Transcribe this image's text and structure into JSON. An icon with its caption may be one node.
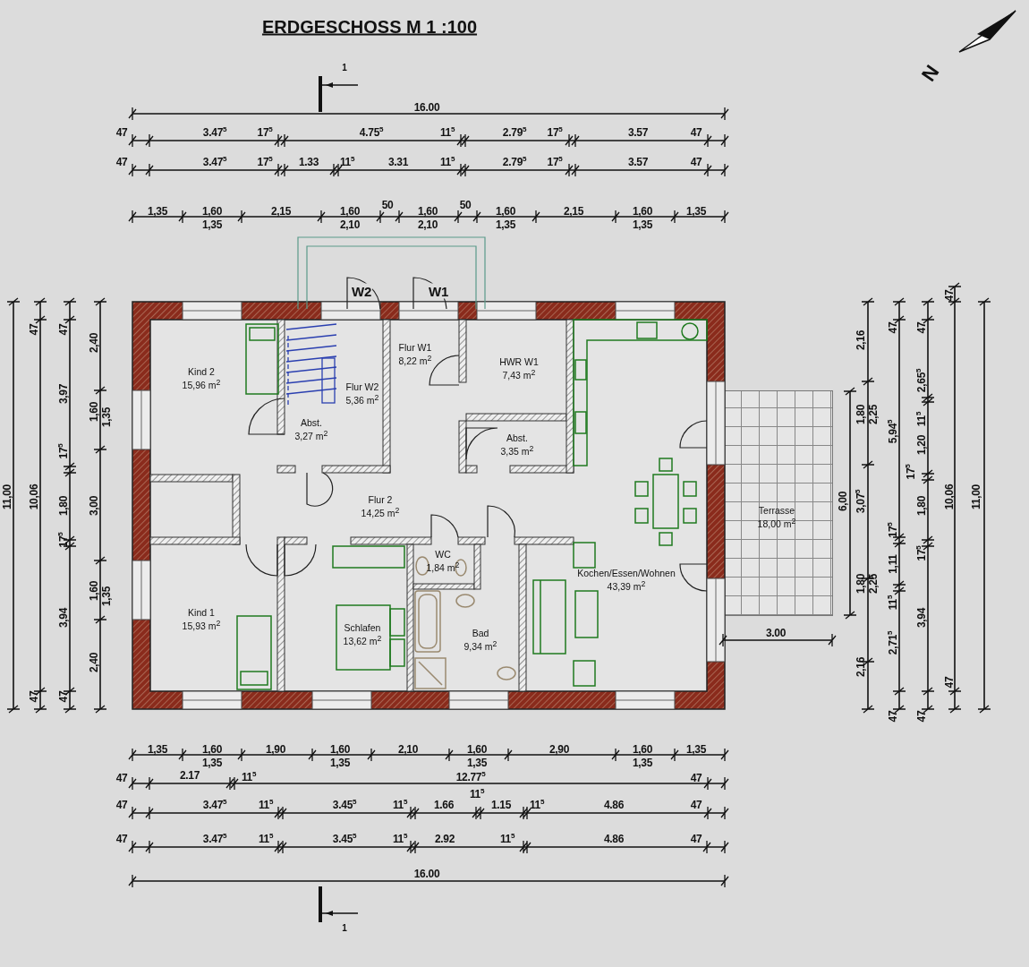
{
  "diagram": {
    "title": "ERDGESCHOSS M 1 :100",
    "nodes": [
      {
        "text": [
          "Kind 2",
          "15,96 m$^{2}$"
        ]
      },
      {
        "text": [
          "Flur W2",
          "5,36 m$^{2}$"
        ]
      },
      {
        "text": [
          "Abst.",
          "3,27 m$^{2}$"
        ]
      },
      {
        "text": [
          "Flur W1",
          "8,22 m$^{2}$"
        ]
      },
      {
        "text": [
          "HWR W1",
          "7,43 m$^{2}$"
        ]
      },
      {
        "text": [
          "Abst.",
          "3,35 m$^{2}$"
        ]
      },
      {
        "text": [
          "Flur 2",
          "14,25 m$^{2}$"
        ]
      },
      {
        "text": [
          "WC",
          "1,84 m$^{2}$"
        ]
      },
      {
        "text": [
          "Kochen/Essen/Wohnen",
          "43,39 m$^{2}$"
        ]
      },
      {
        "text": [
          "Kind 1",
          "15,93 m$^{2}$"
        ]
      },
      {
        "text": [
          "Schlafen",
          "13,62 m$^{2}$"
        ]
      },
      {
        "text": [
          "Bad",
          "9,34 m$^{2}$"
        ]
      },
      {
        "text": [
          "Terrasse",
          "18,00 m$^{2}$"
        ]
      }
    ],
    "labels": [
      "N",
      "1",
      "16.00",
      "47",
      "3.47$^{5}$",
      "17$^{5}$",
      "4.75$^{5}$",
      "11$^{5}$",
      "2.79$^{5}$",
      "17$^{5}$",
      "3.57",
      "47",
      "47",
      "3.47$^{5}$",
      "17$^{5}$",
      "1.33",
      "11$^{5}$",
      "3.31",
      "11$^{5}$",
      "2.79$^{5}$",
      "17$^{5}$",
      "3.57",
      "47",
      "1,35",
      "1,60",
      "1,35",
      "2,15",
      "1,60",
      "2,10",
      "50",
      "1,60",
      "2,10",
      "50",
      "1,60",
      "1,35",
      "2,15",
      "1,60",
      "1,35",
      "1,35",
      "W2",
      "W1",
      "11,00",
      "47",
      "10,06",
      "47",
      "47",
      "3,97",
      "17$^{5}$",
      "1,80",
      "17$^{5}$",
      "3,94",
      "47",
      "2,40",
      "1,60",
      "1,35",
      "3,00",
      "1,60",
      "1,35",
      "2,40",
      "6,00",
      "2,16",
      "1,80",
      "2,25",
      "3,07$^{5}$",
      "1,80",
      "2,25",
      "2,16",
      "47",
      "5,94$^{5}$",
      "17$^{5}$",
      "17$^{5}$",
      "1,11",
      "11$^{5}$",
      "2,71$^{5}$",
      "47",
      "47",
      "2,65$^{5}$",
      "11$^{5}$",
      "1,20",
      "1,80",
      "17$^{5}$",
      "3,94",
      "47",
      "47",
      "10,06",
      "47",
      "11,00",
      "3.00",
      "1,35",
      "1,60",
      "1,35",
      "1,90",
      "1,60",
      "1,35",
      "2,10",
      "1,60",
      "1,35",
      "2,90",
      "1,60",
      "1,35",
      "1,35",
      "47",
      "2.17",
      "11$^{5}$",
      "12.77$^{5}$",
      "47",
      "11$^{5}$",
      "47",
      "3.47$^{5}$",
      "11$^{5}$",
      "3.45$^{5}$",
      "11$^{5}$",
      "1.66",
      "1.15",
      "11$^{5}$",
      "4.86",
      "47",
      "47",
      "3.47$^{5}$",
      "11$^{5}$",
      "3.45$^{5}$",
      "11$^{5}$",
      "2.92",
      "11$^{5}$",
      "4.86",
      "47",
      "16.00",
      "1"
    ]
  }
}
